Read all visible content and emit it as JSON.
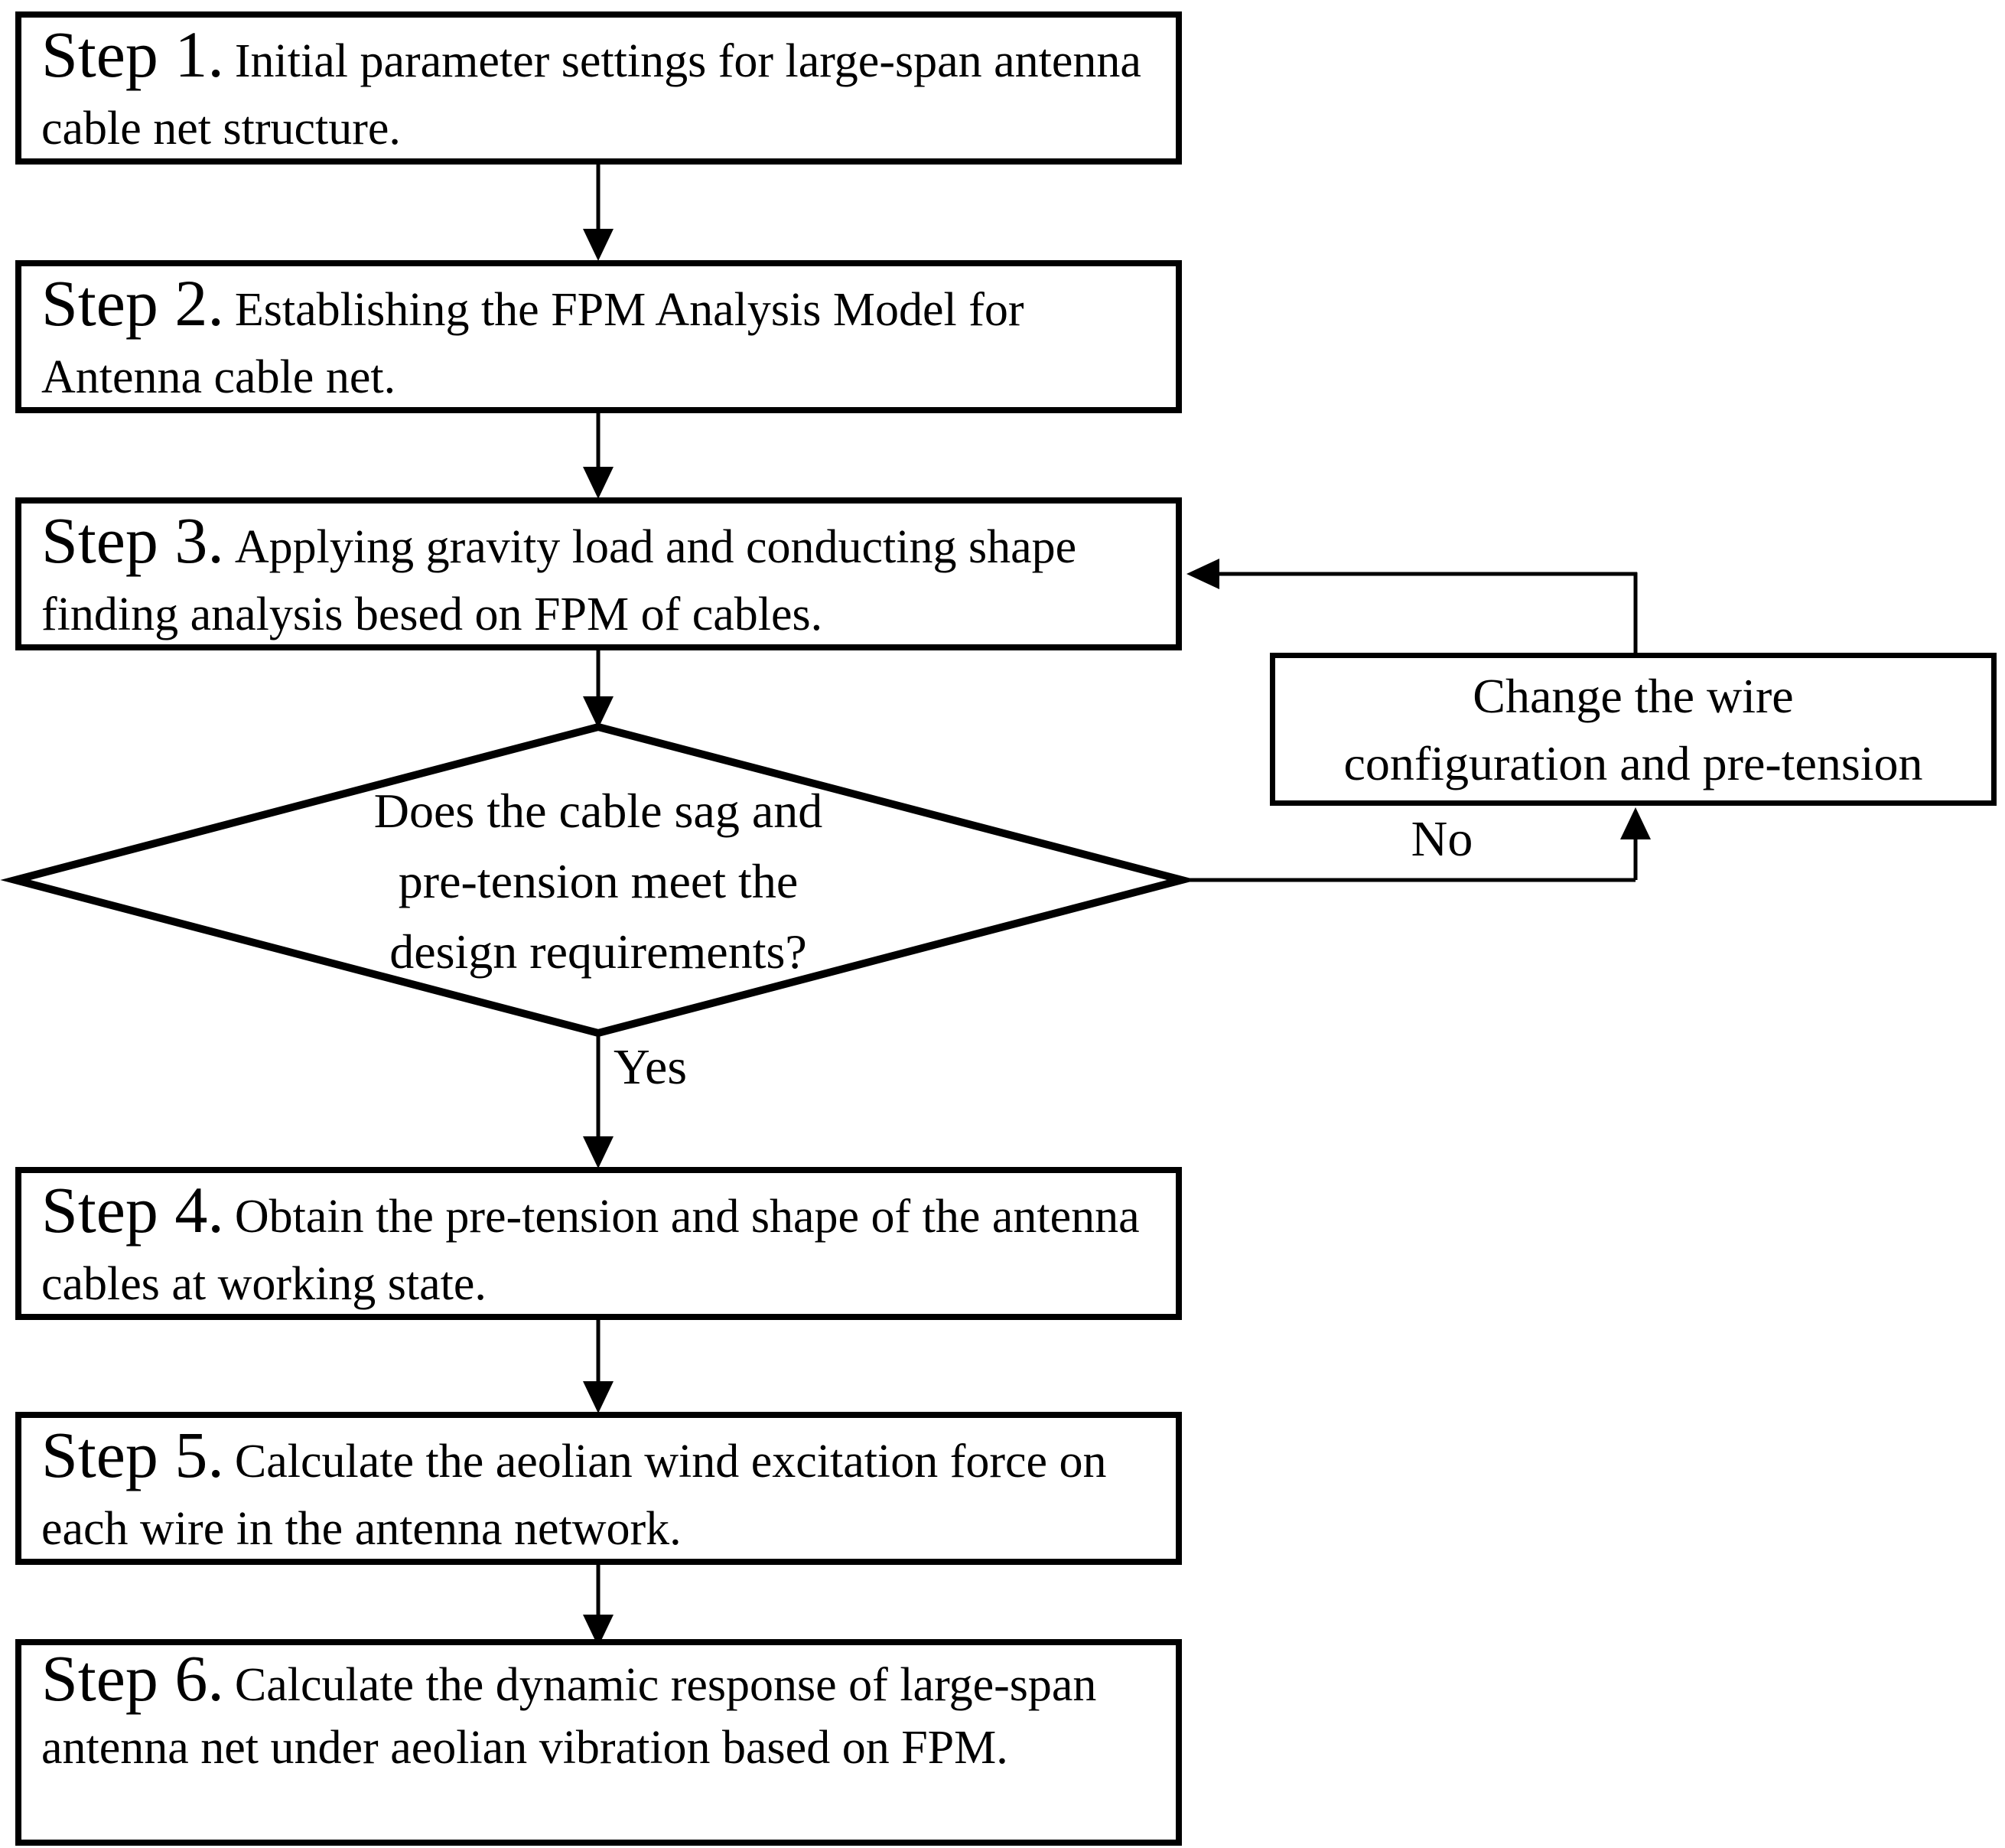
{
  "steps": [
    {
      "label": "Step 1.",
      "text": "Initial parameter settings for large-span antenna cable net structure."
    },
    {
      "label": "Step 2.",
      "text": "Establishing the FPM Analysis Model for Antenna cable net."
    },
    {
      "label": "Step 3.",
      "text": "Applying gravity load and conducting shape finding analysis besed on FPM of cables."
    },
    {
      "label": "Step 4.",
      "text": "Obtain the pre-tension and shape of the antenna cables at working state."
    },
    {
      "label": "Step 5.",
      "text": "Calculate the aeolian wind excitation force on each wire in the antenna network."
    },
    {
      "label": "Step 6.",
      "text": "Calculate the dynamic response of large-span antenna net under aeolian vibration based on FPM."
    }
  ],
  "decision": {
    "lines": [
      "Does the cable sag and",
      "pre-tension meet the",
      "design requirements?"
    ]
  },
  "change_box": {
    "lines": [
      "Change the wire",
      "configuration and pre-tension"
    ]
  },
  "branch_labels": {
    "yes": "Yes",
    "no": "No"
  },
  "colors": {
    "line": "#000000",
    "background": "#ffffff",
    "box_fill": "#ffffff"
  }
}
